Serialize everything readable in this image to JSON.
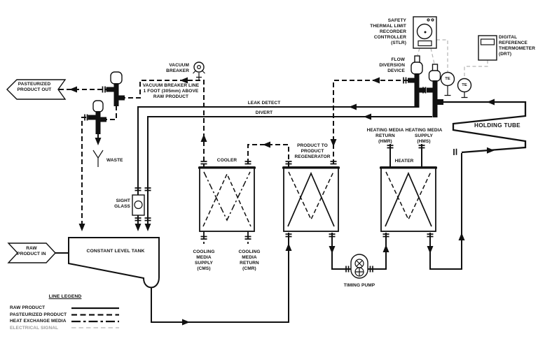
{
  "diagram": {
    "labels": {
      "pasteurized_product_out": "PASTEURIZED\nPRODUCT OUT",
      "raw_product_in": "RAW\nPRODUCT IN",
      "vacuum_breaker": "VACUUM\nBREAKER",
      "vacuum_breaker_line": "VACUUM BREAKER LINE\n1 FOOT (305mm) ABOVE\nRAW PRODUCT",
      "stlr": "SAFETY\nTHERMAL LIMIT\nRECORDER\nCONTROLLER\n(STLR)",
      "flow_diversion_device": "FLOW\nDIVERSION\nDEVICE",
      "drt": "DIGITAL\nREFERENCE\nTHERMOMETER\n(DRT)",
      "te": "TE",
      "leak_detect": "LEAK DETECT",
      "divert": "DIVERT",
      "holding_tube": "HOLDING TUBE",
      "cooler": "COOLER",
      "regenerator": "PRODUCT TO\nPRODUCT\nREGENERATOR",
      "heater": "HEATER",
      "heating_media_return": "HEATING MEDIA\nRETURN\n(HMR)",
      "heating_media_supply": "HEATING MEDIA\nSUPPLY\n(HMS)",
      "cooling_media_supply": "COOLING\nMEDIA\nSUPPLY\n(CMS)",
      "cooling_media_return": "COOLING\nMEDIA\nRETURN\n(CMR)",
      "sight_glass": "SIGHT\nGLASS",
      "waste": "WASTE",
      "constant_level_tank": "CONSTANT LEVEL TANK",
      "timing_pump": "TIMING PUMP"
    },
    "legend": {
      "title": "LINE LEGEND",
      "items": [
        {
          "label": "RAW PRODUCT",
          "style": "solid"
        },
        {
          "label": "PASTEURIZED PRODUCT",
          "style": "dashed"
        },
        {
          "label": "HEAT EXCHANGE MEDIA",
          "style": "dash-dot"
        },
        {
          "label": "ELECTRICAL SIGNAL",
          "style": "dashed-gray"
        }
      ]
    },
    "colors": {
      "line": "#111111",
      "electrical_signal": "#b3b3b3",
      "background": "#ffffff"
    }
  }
}
